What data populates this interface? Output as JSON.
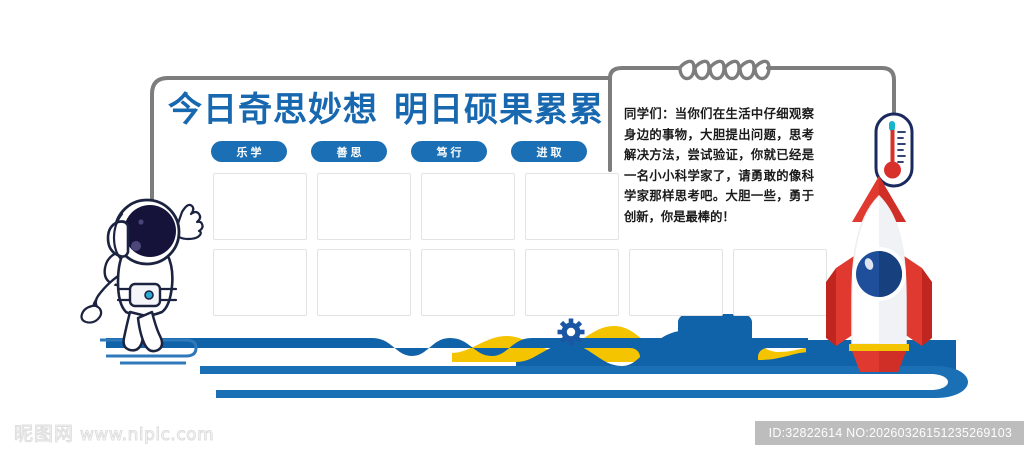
{
  "poster": {
    "title_part1": "今日奇思妙想",
    "title_part2": "明日硕果累累",
    "title_color": "#1768af"
  },
  "pills": [
    {
      "label": "乐学",
      "name": "pill-lexue"
    },
    {
      "label": "善思",
      "name": "pill-sansi"
    },
    {
      "label": "笃行",
      "name": "pill-duxing"
    },
    {
      "label": "进取",
      "name": "pill-jinqu"
    }
  ],
  "body": {
    "text": "同学们：当你们在生活中仔细观察身边的事物，大胆提出问题，思考解决方法，尝试验证，你就已经是一名小小科学家了，请勇敢的像科学家那样思考吧。大胆一些，勇于创新，你是最棒的！"
  },
  "photo_grid": {
    "row1_count": 4,
    "row2_count": 6,
    "placeholder_label": ""
  },
  "icons": {
    "astronaut": "astronaut-icon",
    "rocket": "rocket-icon",
    "thermometer": "thermometer-icon",
    "gear": "gear-icon",
    "spring": "spring-coil-icon"
  },
  "palette": {
    "blue": "#1b6fb4",
    "deep_blue": "#14529a",
    "wave_blue": "#0f6eb5",
    "yellow": "#f5c400",
    "red": "#e03c31",
    "dark_red": "#c42b23",
    "gray_line": "#7d7d7d",
    "navy": "#1a2a5e"
  },
  "footer": {
    "watermark_cn": "昵图网",
    "watermark_site": "www.nipic.com",
    "id_text": "ID:32822614 NO:20260326151235269103"
  }
}
